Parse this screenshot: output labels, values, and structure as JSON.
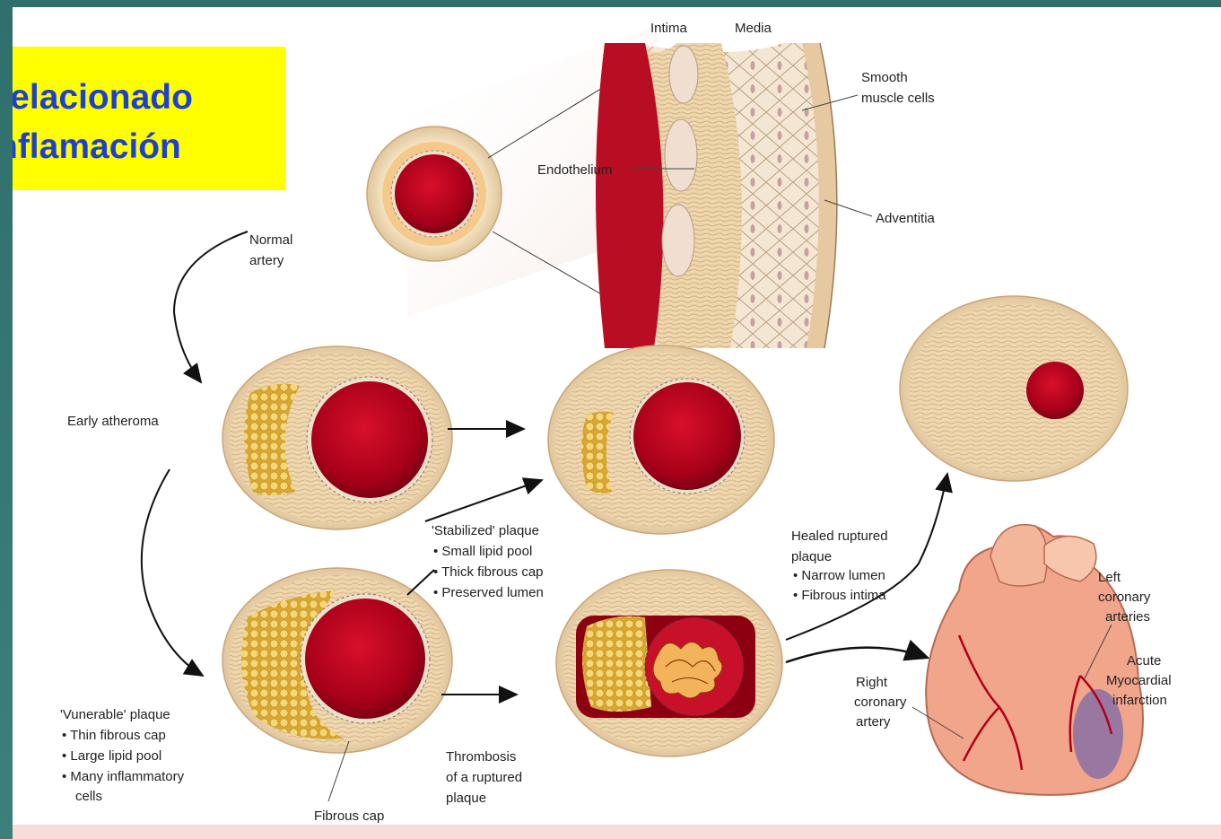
{
  "title": {
    "line1": "relacionado",
    "line2": "nflamación"
  },
  "labels": {
    "intima": "Intima",
    "media": "Media",
    "smooth_muscle_1": "Smooth",
    "smooth_muscle_2": "muscle cells",
    "endothelium": "Endothelium",
    "adventitia": "Adventitia",
    "normal_artery_1": "Normal",
    "normal_artery_2": "artery",
    "early_atheroma": "Early atheroma",
    "stabilized_title": "'Stabilized' plaque",
    "stabilized_b1": "• Small lipid pool",
    "stabilized_b2": "• Thick fibrous cap",
    "stabilized_b3": "• Preserved lumen",
    "healed_1": "Healed ruptured",
    "healed_2": "plaque",
    "healed_b1": "• Narrow lumen",
    "healed_b2": "• Fibrous intima",
    "left_cor_1": "Left",
    "left_cor_2": "coronary",
    "left_cor_3": "arteries",
    "acute_1": "Acute",
    "acute_2": "Myocardial",
    "acute_3": "infarction",
    "right_cor_1": "Right",
    "right_cor_2": "coronary",
    "right_cor_3": "artery",
    "vulnerable_title": "'Vunerable' plaque",
    "vulnerable_b1": "• Thin fibrous cap",
    "vulnerable_b2": "• Large lipid pool",
    "vulnerable_b3": "• Many inflammatory",
    "vulnerable_b4": "cells",
    "thrombosis_1": "Thrombosis",
    "thrombosis_2": "of a ruptured",
    "thrombosis_3": "plaque",
    "fibrous_cap": "Fibrous cap"
  },
  "colors": {
    "title_bg": "#ffff00",
    "title_text": "#1f3fd0",
    "frame": "#2f6f6c",
    "lumen": "#b3001b",
    "wall": "#f1dcb8",
    "lipid": "#e9c35a"
  }
}
